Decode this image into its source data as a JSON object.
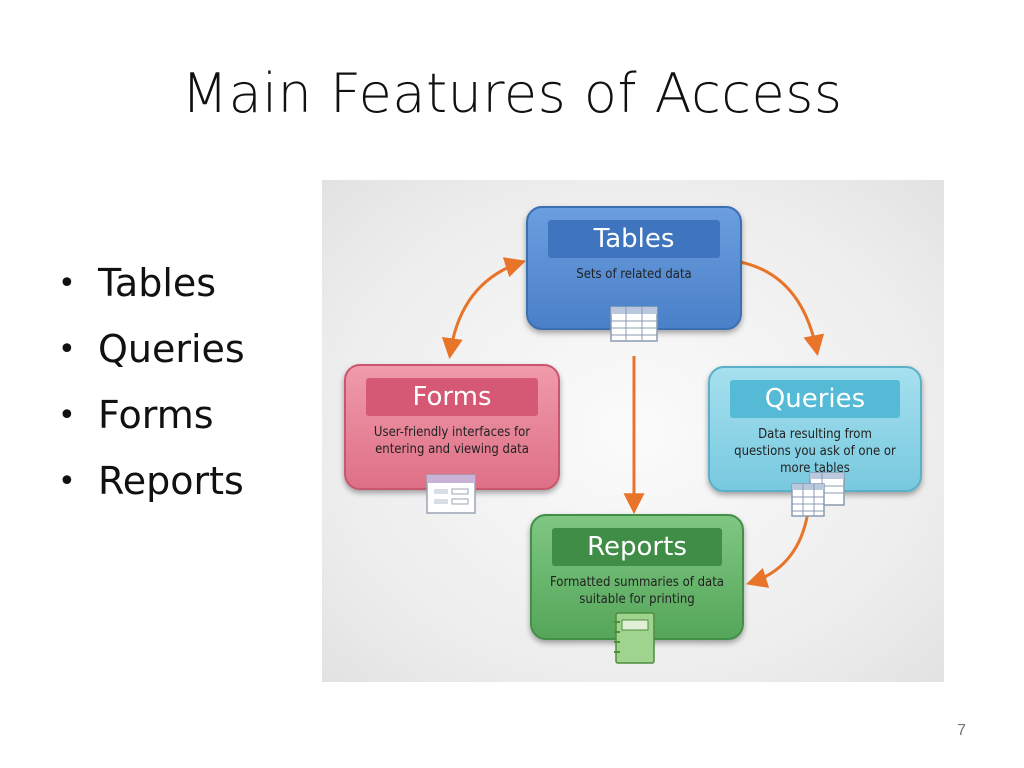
{
  "slide": {
    "title": "Main Features of Access",
    "bullets": [
      "Tables",
      "Queries",
      "Forms",
      "Reports"
    ],
    "page_number": "7"
  },
  "diagram": {
    "nodes": {
      "tables": {
        "title": "Tables",
        "description": "Sets of related data",
        "icon": "table-grid-icon",
        "color": "#4f86cc"
      },
      "queries": {
        "title": "Queries",
        "description": "Data resulting from questions you ask of one or more tables",
        "icon": "stacked-tables-icon",
        "color": "#6cc4dc"
      },
      "forms": {
        "title": "Forms",
        "description": "User-friendly interfaces for entering and viewing data",
        "icon": "form-window-icon",
        "color": "#dd6a86"
      },
      "reports": {
        "title": "Reports",
        "description": "Formatted summaries of data suitable for printing",
        "icon": "notebook-icon",
        "color": "#5aa55e"
      }
    },
    "arrow_color": "#e8742a",
    "edges": [
      {
        "from": "tables",
        "to": "queries"
      },
      {
        "from": "tables",
        "to": "reports"
      },
      {
        "from": "queries",
        "to": "reports"
      },
      {
        "from": "forms",
        "to": "tables",
        "bidirectional": true
      }
    ]
  }
}
